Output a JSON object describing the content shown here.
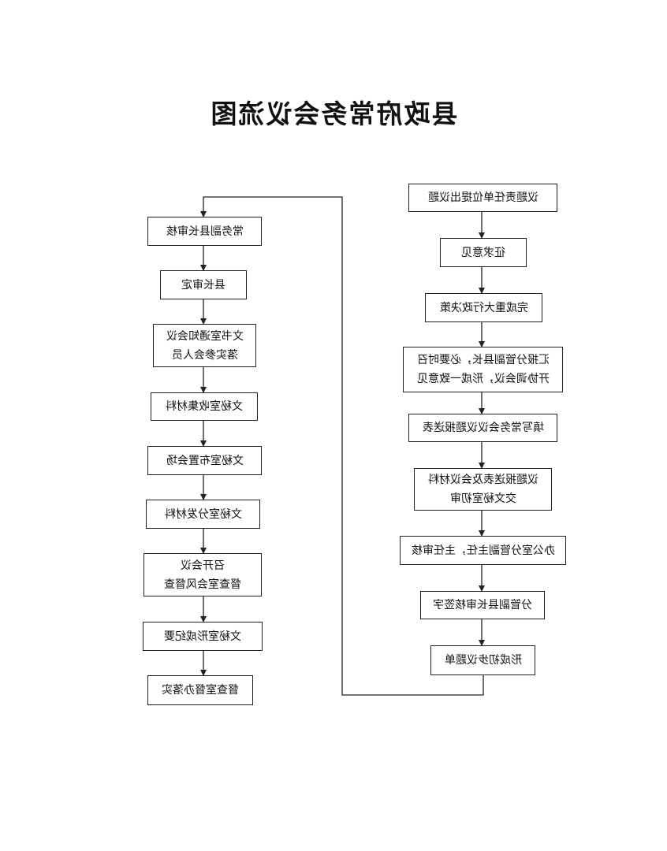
{
  "title": "县政府常务会议流图",
  "right_column": [
    "议题责任单位提出议题",
    "征求意见",
    "完成重大行政决策",
    "汇报分管副县长，必要时召\n开协调会议，形成一致意见",
    "填写常务会议议题报送表",
    "议题报送表及会议材料\n交文秘室初审",
    "办公室分管副主任，主任审核",
    "分管副县长审核签字",
    "形成初步议题单"
  ],
  "left_column": [
    "常务副县长审核",
    "县长审定",
    "文书室通知会议\n落实参会人员",
    "文秘室收集材料",
    "文秘室布置会场",
    "文秘室分发材料",
    "召开会议\n督查室会风督查",
    "文秘室形成纪要",
    "督查室督办落实"
  ]
}
